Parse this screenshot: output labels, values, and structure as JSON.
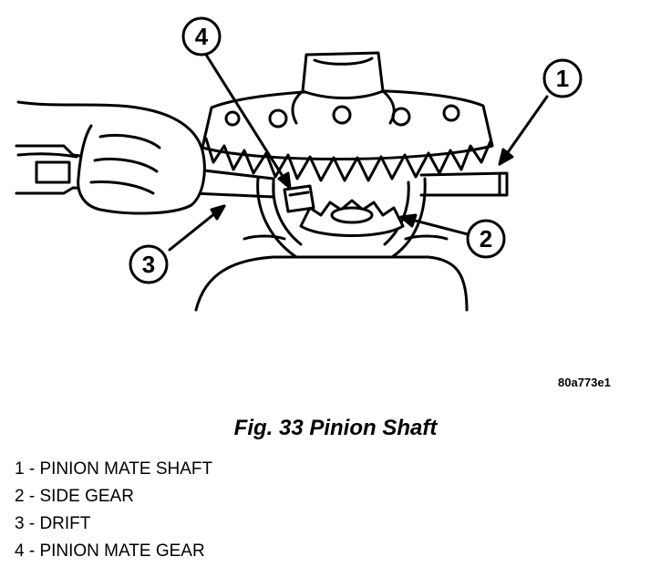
{
  "callouts": [
    "1",
    "2",
    "3",
    "4"
  ],
  "figure_code": "80a773e1",
  "caption": "Fig. 33 Pinion Shaft",
  "legend": [
    "1 - PINION MATE SHAFT",
    "2 - SIDE GEAR",
    "3 - DRIFT",
    "4 - PINION MATE GEAR"
  ],
  "icons": [
    "hand-icon",
    "drift-tool-icon",
    "differential-case-icon",
    "ring-gear-icon",
    "side-gear-icon",
    "pinion-mate-shaft-icon"
  ]
}
